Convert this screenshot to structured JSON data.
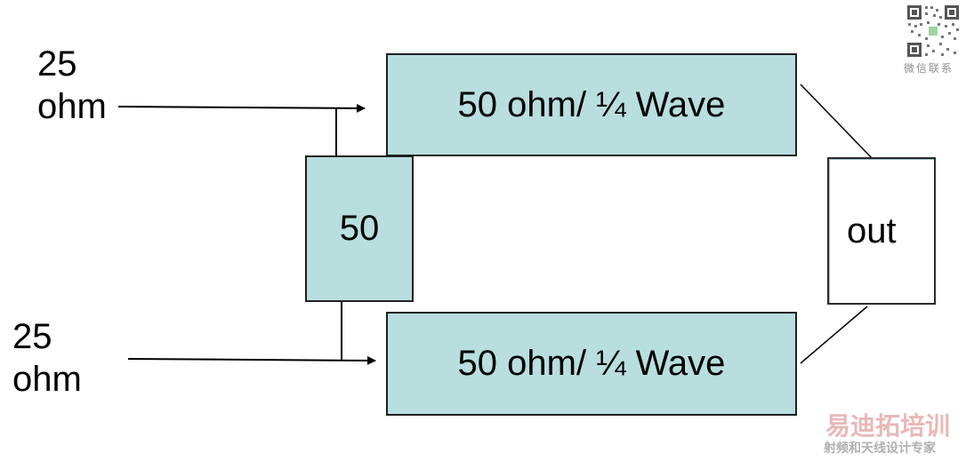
{
  "inputs": {
    "top": {
      "line1": "25",
      "line2": "ohm"
    },
    "bottom": {
      "line1": "25",
      "line2": "ohm"
    }
  },
  "boxes": {
    "top_line": "50 ohm/ ¼ Wave",
    "bottom_line": "50 ohm/ ¼ Wave",
    "resistor": "50",
    "output": "out"
  },
  "colors": {
    "box_fill": "#b9dede",
    "border": "#1f1f1f",
    "wire": "#000000"
  },
  "watermark": {
    "qr_caption": "微信联系",
    "brand": "易迪拓培训",
    "tagline": "射频和天线设计专家"
  }
}
